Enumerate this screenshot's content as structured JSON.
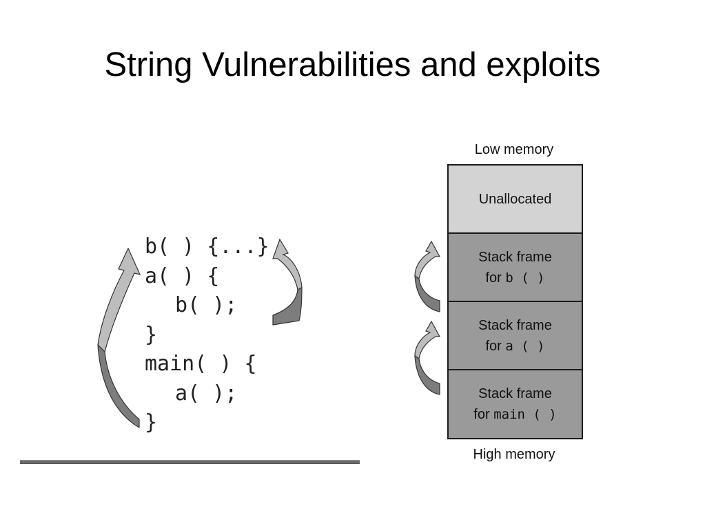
{
  "title": "String Vulnerabilities and exploits",
  "code": {
    "lines": [
      "b( ) {...}",
      "a( ) {",
      "b( );",
      "}",
      "main( ) {",
      "a( );",
      "}"
    ]
  },
  "memory": {
    "low_label": "Low memory",
    "high_label": "High memory",
    "cells": [
      {
        "line1": "Unallocated",
        "line2_prefix": "",
        "fn": ""
      },
      {
        "line1": "Stack frame",
        "line2_prefix": "for ",
        "fn": "b ( )"
      },
      {
        "line1": "Stack frame",
        "line2_prefix": "for ",
        "fn": "a ( )"
      },
      {
        "line1": "Stack frame",
        "line2_prefix": "for ",
        "fn": "main ( )"
      }
    ]
  },
  "colors": {
    "arrow_light": "#bdbdbd",
    "arrow_dark": "#7d7d7d",
    "cell_unallocated": "#d3d3d3",
    "cell_frame": "#9a9a9a"
  }
}
